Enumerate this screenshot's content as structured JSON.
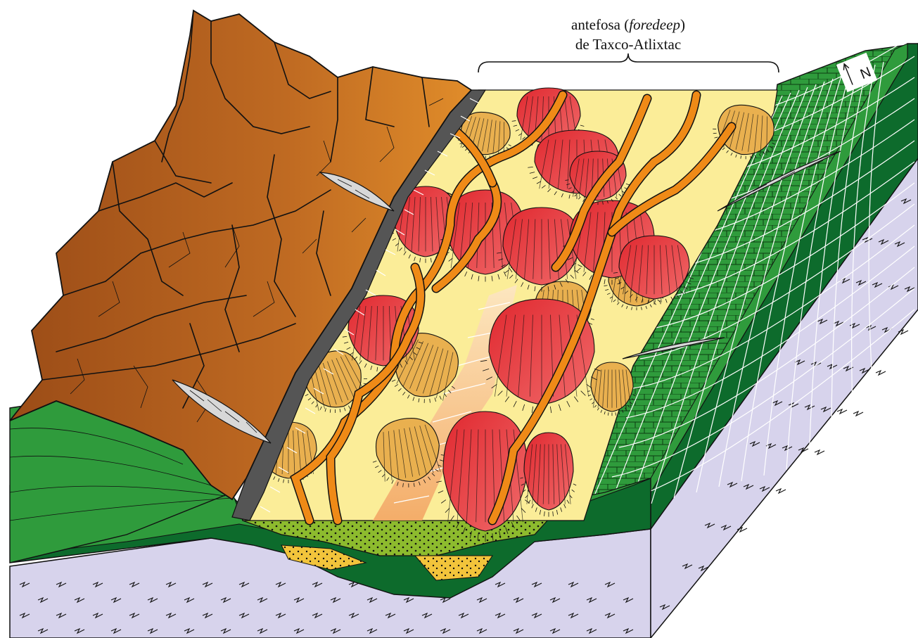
{
  "title": {
    "line1_prefix": "antefosa (",
    "line1_italic": "foredeep",
    "line1_suffix": ")",
    "line2": "de Taxco-Atlixtac"
  },
  "north_arrow": {
    "label": "N"
  },
  "colors": {
    "mountain": "#b5641f",
    "mountain_light": "#dc8a2a",
    "basin_fill": "#fbed98",
    "fan_red": "#e2343c",
    "fan_orange": "#e9b04f",
    "channel": "#ef8a17",
    "carbonate": "#2f9b3c",
    "carbonate_dark": "#0d6b2c",
    "basement": "#d7d3ec",
    "fault_gray": "#555555",
    "sediment_green": "#8dbb2e",
    "sediment_yellow": "#f2c43b"
  },
  "icons": [
    "north-arrow-icon",
    "basement-tick-icon"
  ]
}
